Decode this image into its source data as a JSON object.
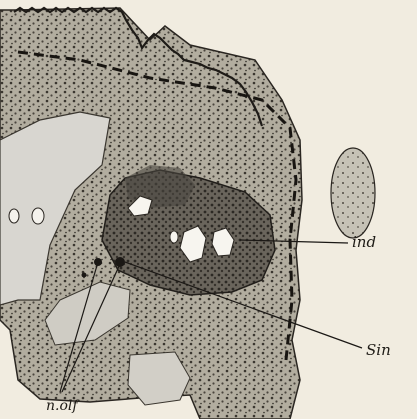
{
  "figure": {
    "labels": {
      "ind": "ind",
      "sin": "Sin",
      "n_olf": "n.olf"
    },
    "colors": {
      "paper": "#f1ece0",
      "tissue": "#a9a496",
      "stipple": "#3a362f",
      "dark_mass": "#55504a",
      "cavity": "#d8d6d0",
      "ink": "#1f1c17"
    }
  }
}
